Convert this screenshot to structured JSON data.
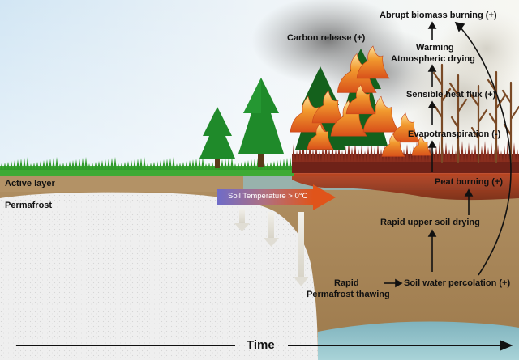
{
  "labels": {
    "active_layer": "Active layer",
    "permafrost": "Permafrost",
    "soil_temperature": "Soil Temperature > 0°C",
    "carbon_release": "Carbon release (+)",
    "abrupt_biomass": "Abrupt biomass burning (+)",
    "warming": "Warming",
    "atmospheric_drying": "Atmospheric drying",
    "sensible_heat": "Sensible heat flux (+)",
    "evapotranspiration": "Evapotranspiration (-)",
    "peat_burning": "Peat burning (+)",
    "rapid_upper_soil": "Rapid upper soil drying",
    "rapid": "Rapid",
    "permafrost_thawing": "Permafrost thawing",
    "soil_water": "Soil water percolation (+)",
    "time": "Time"
  },
  "colors": {
    "sky_top": "#cfe3f2",
    "grass": "#3aa832",
    "tree": "#1f8a2a",
    "soil": "#a68456",
    "permafrost": "#eeeeee",
    "water": "#8fbfc8",
    "fire": "#f08a1e",
    "burnt_grass": "#7a2a1a",
    "smoke": "#9a9a9a",
    "temperature_arrow_start": "#7a6fc0",
    "temperature_arrow_end": "#d8581e"
  },
  "icons": {
    "tree": "conifer-tree-icon",
    "fire": "flame-icon",
    "dead_tree": "dead-tree-icon"
  }
}
